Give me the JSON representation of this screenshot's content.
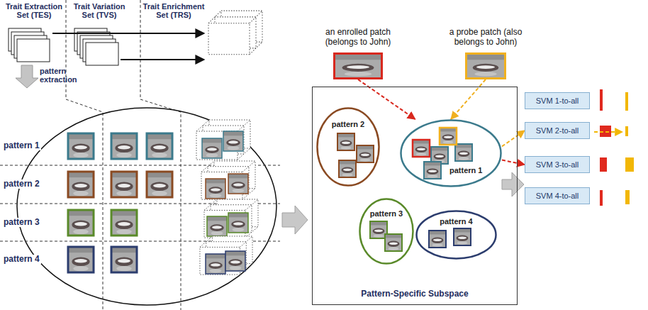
{
  "diagram": {
    "nodes": [
      {
        "text": [
          "an enrolled patch (belongs to John)"
        ]
      },
      {
        "text": [
          "a probe patch (also belongs to John)"
        ]
      },
      {
        "text": [
          "Pattern-Specific Subspace"
        ]
      },
      {
        "text": [
          "pattern 2"
        ],
        "in": 2
      },
      {
        "text": [
          "pattern 1"
        ],
        "in": 2
      },
      {
        "text": [
          "pattern 3"
        ],
        "in": 2
      },
      {
        "text": [
          "pattern 4"
        ],
        "in": 2
      },
      {
        "text": [
          "SVM 1-to-all"
        ]
      },
      {
        "text": [
          "SVM 2-to-all"
        ]
      },
      {
        "text": [
          "SVM 3-to-all"
        ]
      },
      {
        "text": [
          "SVM 4-to-all"
        ]
      }
    ],
    "edges": [
      {
        "from": 0,
        "to": 4,
        "arrow": "to"
      },
      {
        "from": 1,
        "to": 4,
        "arrow": "to"
      },
      {
        "from": 4,
        "to": 8,
        "arrow": "to"
      },
      {
        "from": 4,
        "to": 9,
        "arrow": "to"
      }
    ],
    "labels": [
      "Trait Extraction Set (TES)",
      "Trait Variation Set (TVS)",
      "Trait Enrichment Set (TRS)",
      "pattern extraction",
      "pattern 1",
      "pattern 2",
      "pattern 3",
      "pattern 4"
    ]
  }
}
